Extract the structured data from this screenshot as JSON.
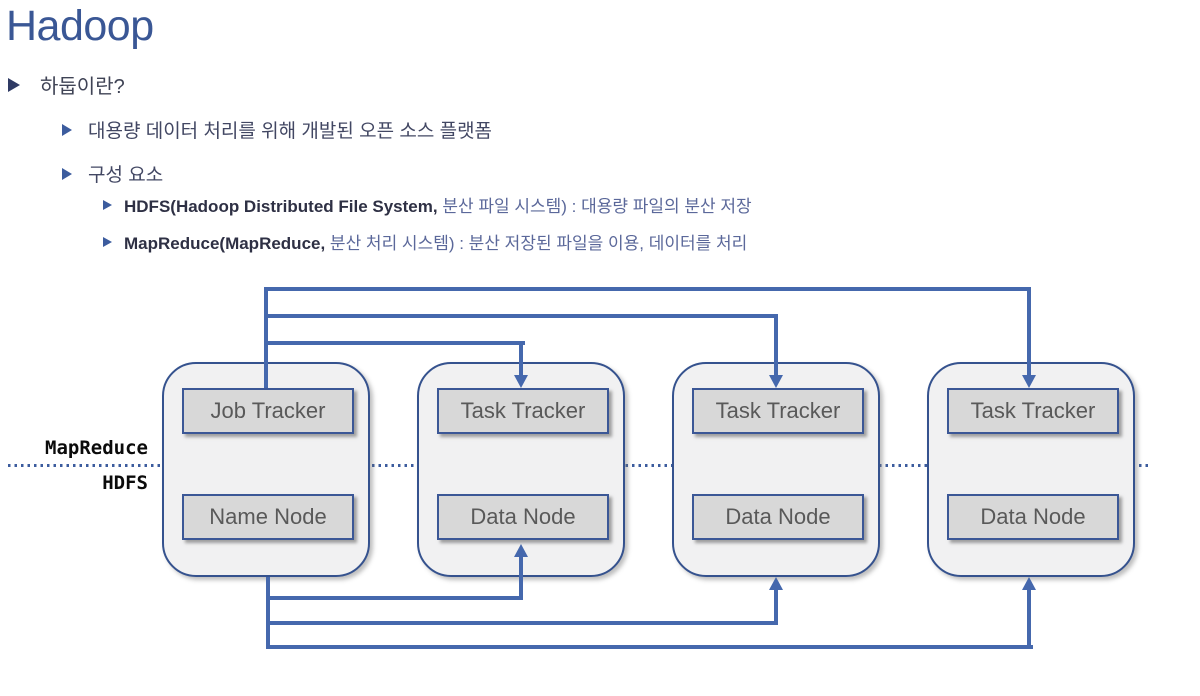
{
  "slide": {
    "title": "Hadoop",
    "bullets": {
      "level1": "하둡이란?",
      "level2": [
        "대용량 데이터 처리를 위해 개발된 오픈 소스 플랫폼",
        "구성 요소"
      ],
      "level3": [
        {
          "latin": "HDFS(Hadoop Distributed File System,",
          "rest": " 분산 파일 시스템) : 대용량 파일의 분산 저장"
        },
        {
          "latin": "MapReduce(MapReduce,",
          "rest": " 분산 처리 시스템) : 분산 저장된 파일을 이용, 데이터를 처리"
        }
      ]
    }
  },
  "diagram": {
    "layer_labels": {
      "top": "MapReduce",
      "bottom": "HDFS"
    },
    "nodes": [
      {
        "top": "Job Tracker",
        "bottom": "Name Node"
      },
      {
        "top": "Task Tracker",
        "bottom": "Data Node"
      },
      {
        "top": "Task Tracker",
        "bottom": "Data Node"
      },
      {
        "top": "Task Tracker",
        "bottom": "Data Node"
      }
    ],
    "icons": {
      "bullet_marker": "right-triangle-icon",
      "connector_arrow": "arrowhead-icon"
    },
    "colors": {
      "title_blue": "#3a5795",
      "connector_blue": "#4568ad",
      "container_border": "#35528e",
      "container_fill": "#f1f1f2",
      "box_border": "#3b5796",
      "box_fill": "#d8d8d8",
      "box_text": "#595959",
      "divider_dotted": "#3c5c9e",
      "layer_label_text": "#0b0b0b"
    }
  }
}
